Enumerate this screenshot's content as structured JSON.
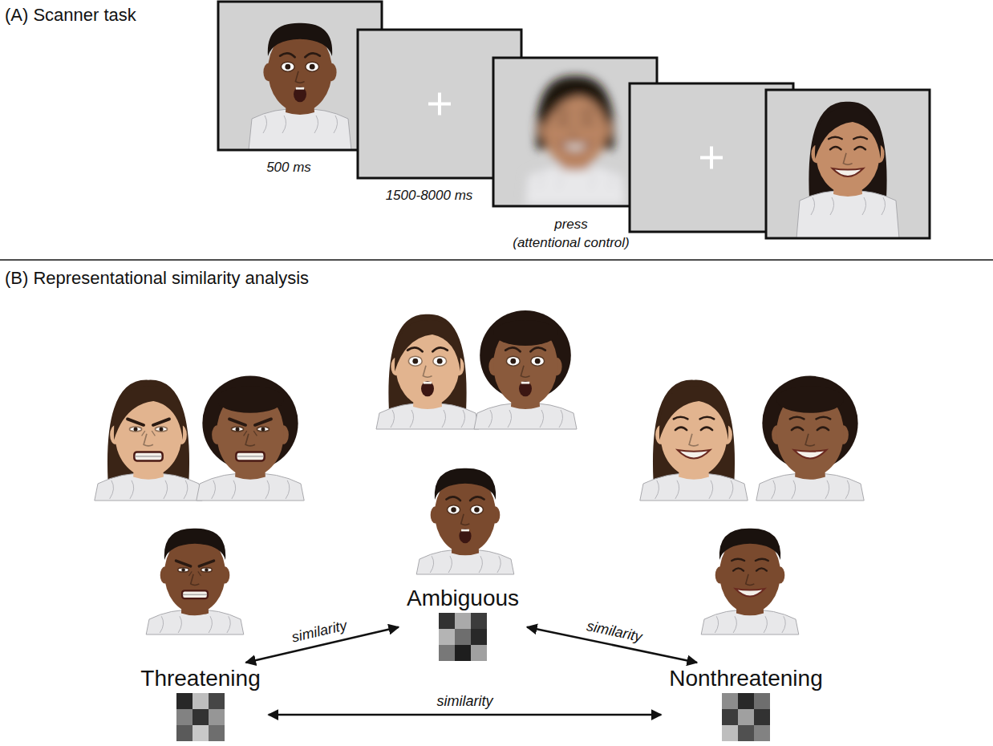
{
  "diagram": {
    "nodes": [
      {
        "text": [
          "Threatening"
        ]
      },
      {
        "text": [
          "Ambiguous"
        ]
      },
      {
        "text": [
          "Nonthreatening"
        ]
      }
    ],
    "edges": [
      {
        "from": 0,
        "to": 1,
        "arrow": "both",
        "label": "similarity"
      },
      {
        "from": 1,
        "to": 2,
        "arrow": "both",
        "label": "similarity"
      },
      {
        "from": 0,
        "to": 2,
        "arrow": "both",
        "label": "similarity"
      }
    ],
    "labels": [
      "(A) Scanner task",
      "500 ms",
      "1500-8000 ms",
      "press",
      "(attentional control)",
      "(B) Representational similarity analysis"
    ]
  }
}
